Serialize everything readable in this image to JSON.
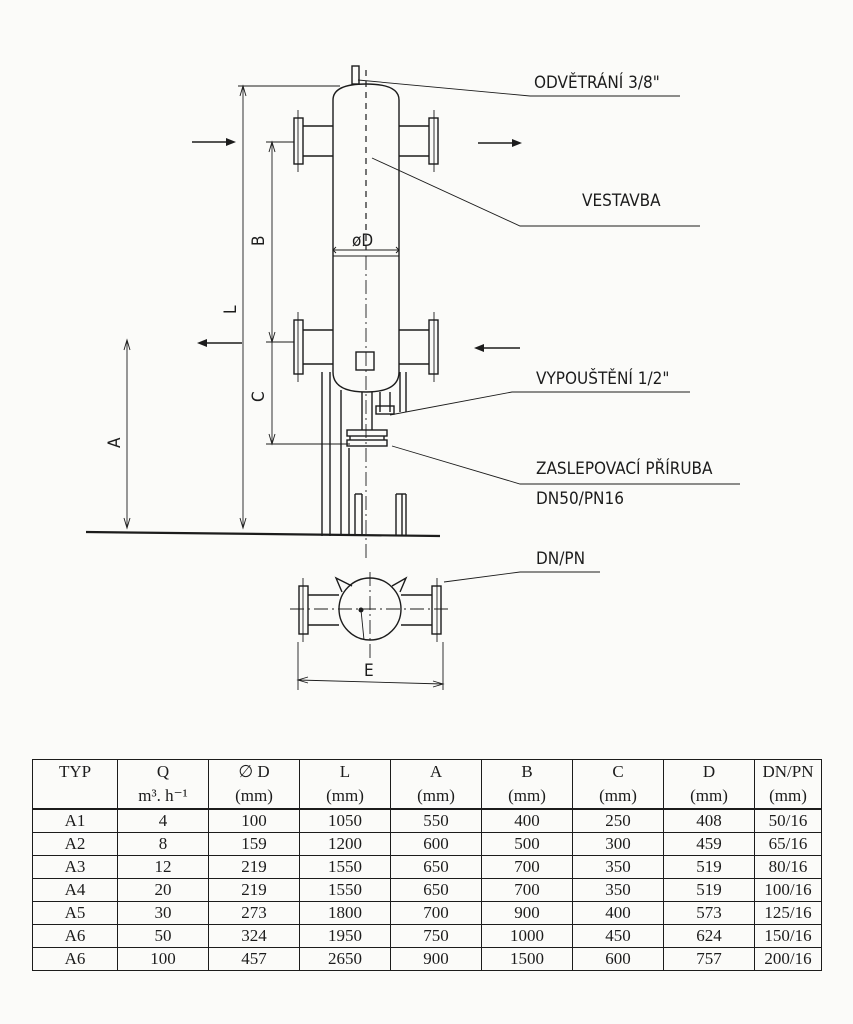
{
  "labels": {
    "vent": "ODVĚTRÁNÍ 3/8\"",
    "insert": "VESTAVBA",
    "drain": "VYPOUŠTĚNÍ 1/2\"",
    "blind_flange": "ZASLEPOVACÍ PŘÍRUBA",
    "blind_flange_spec": "DN50/PN16",
    "nozzle": "DN/PN",
    "dim_diameter": "øD",
    "dim_b": "B",
    "dim_l": "L",
    "dim_c": "C",
    "dim_a": "A",
    "dim_e": "E"
  },
  "table": {
    "headers": [
      {
        "top": "TYP",
        "unit": ""
      },
      {
        "top": "Q",
        "unit": "m³. h⁻¹"
      },
      {
        "top": "∅ D",
        "unit": "(mm)"
      },
      {
        "top": "L",
        "unit": "(mm)"
      },
      {
        "top": "A",
        "unit": "(mm)"
      },
      {
        "top": "B",
        "unit": "(mm)"
      },
      {
        "top": "C",
        "unit": "(mm)"
      },
      {
        "top": "D",
        "unit": "(mm)"
      },
      {
        "top": "DN/PN",
        "unit": "(mm)"
      }
    ],
    "rows": [
      [
        "A1",
        "4",
        "100",
        "1050",
        "550",
        "400",
        "250",
        "408",
        "50/16"
      ],
      [
        "A2",
        "8",
        "159",
        "1200",
        "600",
        "500",
        "300",
        "459",
        "65/16"
      ],
      [
        "A3",
        "12",
        "219",
        "1550",
        "650",
        "700",
        "350",
        "519",
        "80/16"
      ],
      [
        "A4",
        "20",
        "219",
        "1550",
        "650",
        "700",
        "350",
        "519",
        "100/16"
      ],
      [
        "A5",
        "30",
        "273",
        "1800",
        "700",
        "900",
        "400",
        "573",
        "125/16"
      ],
      [
        "A6",
        "50",
        "324",
        "1950",
        "750",
        "1000",
        "450",
        "624",
        "150/16"
      ],
      [
        "A6",
        "100",
        "457",
        "2650",
        "900",
        "1500",
        "600",
        "757",
        "200/16"
      ]
    ]
  }
}
